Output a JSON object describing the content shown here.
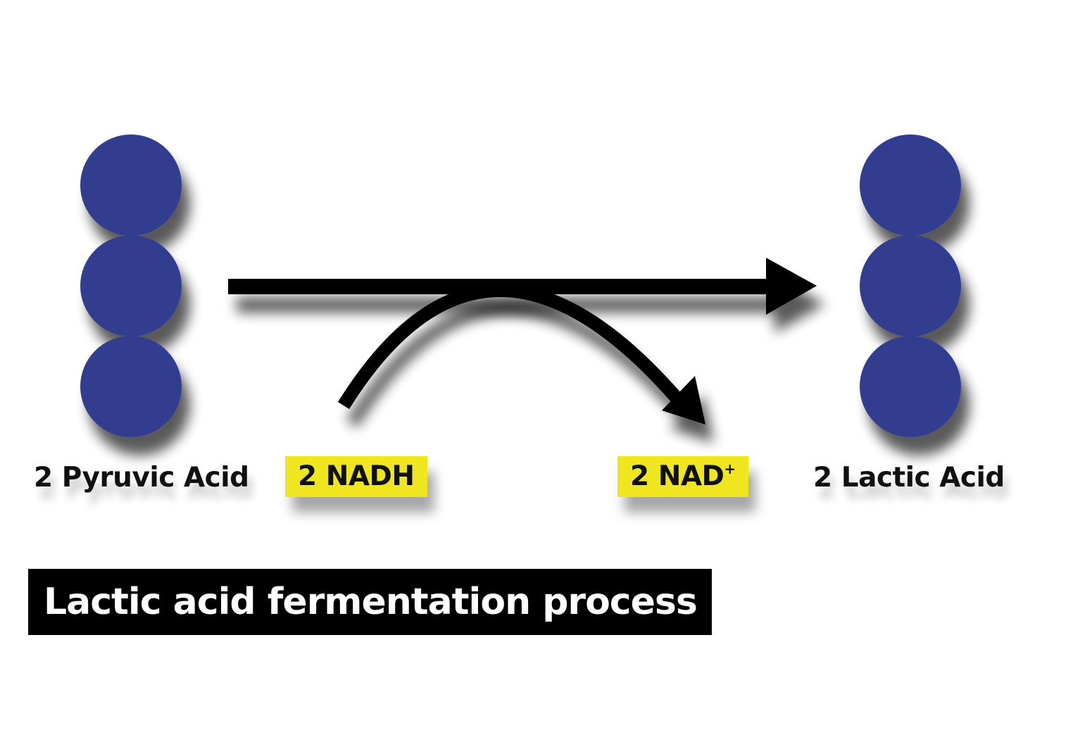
{
  "colors": {
    "molecule": "#323e8f",
    "highlight": "#f0e620",
    "arrow": "#000000",
    "title_background": "#000000",
    "title_text": "#ffffff"
  },
  "reactant": {
    "label": "2 Pyruvic Acid",
    "circle_count": 3
  },
  "product": {
    "label": "2 Lactic Acid",
    "circle_count": 3
  },
  "cofactors": {
    "input": "2 NADH",
    "output_base": "2 NAD",
    "output_superscript": "+"
  },
  "caption": "Lactic acid fermentation process"
}
